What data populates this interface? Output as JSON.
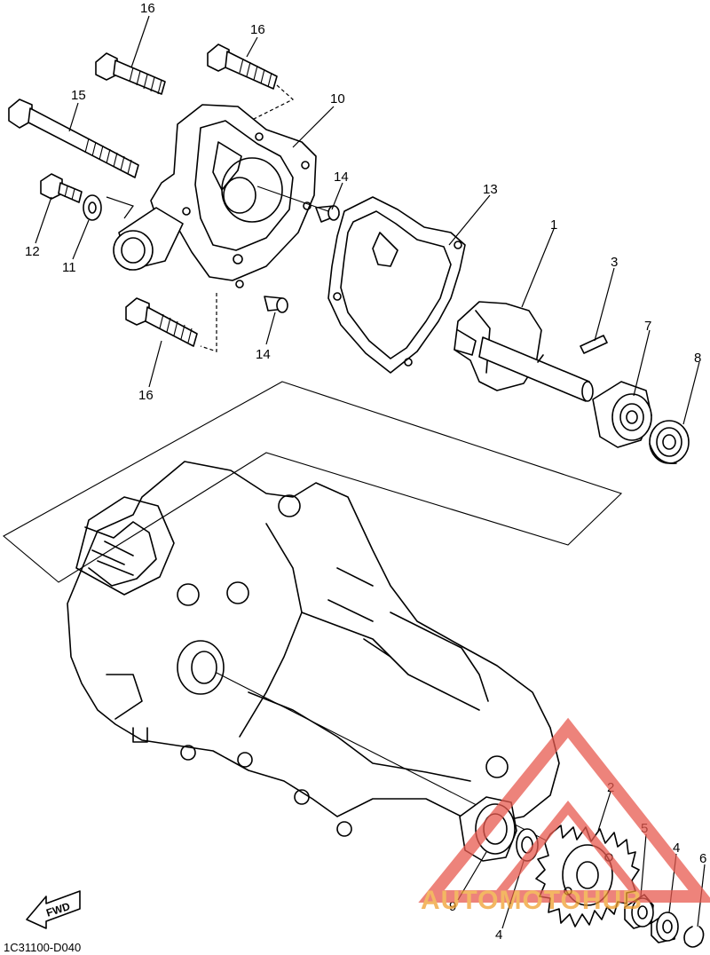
{
  "diagram_code": "1C31100-D040",
  "fwd_label": "FWD",
  "watermark": {
    "text": "AUTOMOTOHUB",
    "color_primary": "#f0a030",
    "color_triangle": "#e85a4f"
  },
  "callouts": [
    {
      "id": "c16a",
      "text": "16"
    },
    {
      "id": "c16b",
      "text": "16"
    },
    {
      "id": "c10",
      "text": "10"
    },
    {
      "id": "c15",
      "text": "15"
    },
    {
      "id": "c14a",
      "text": "14"
    },
    {
      "id": "c13",
      "text": "13"
    },
    {
      "id": "c12",
      "text": "12"
    },
    {
      "id": "c11",
      "text": "11"
    },
    {
      "id": "c1",
      "text": "1"
    },
    {
      "id": "c3",
      "text": "3"
    },
    {
      "id": "c7",
      "text": "7"
    },
    {
      "id": "c8",
      "text": "8"
    },
    {
      "id": "c14b",
      "text": "14"
    },
    {
      "id": "c16c",
      "text": "16"
    },
    {
      "id": "c2",
      "text": "2"
    },
    {
      "id": "c5",
      "text": "5"
    },
    {
      "id": "c4a",
      "text": "4"
    },
    {
      "id": "c6",
      "text": "6"
    },
    {
      "id": "c9",
      "text": "9"
    },
    {
      "id": "c4b",
      "text": "4"
    }
  ]
}
